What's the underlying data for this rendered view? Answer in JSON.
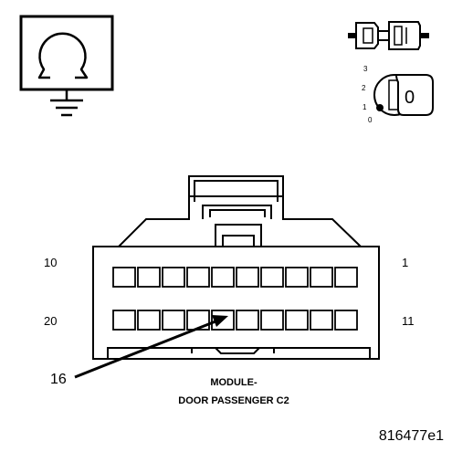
{
  "ohmmeter_symbol": {
    "icon": "ohm-ground-icon"
  },
  "connector_icon": {
    "icon": "connector-disconnect-icon"
  },
  "ignition_switch": {
    "icon": "ignition-key-icon",
    "positions": [
      "3",
      "2",
      "1",
      "0"
    ],
    "selected_position": "0"
  },
  "connector": {
    "top_row_pins": 10,
    "bottom_row_pins": 10,
    "pin_label_top_left": "10",
    "pin_label_top_right": "1",
    "pin_label_bottom_left": "20",
    "pin_label_bottom_right": "11",
    "callout_pin": "16"
  },
  "caption": {
    "line1": "MODULE-",
    "line2": "DOOR PASSENGER C2"
  },
  "figure_id": "816477e1"
}
